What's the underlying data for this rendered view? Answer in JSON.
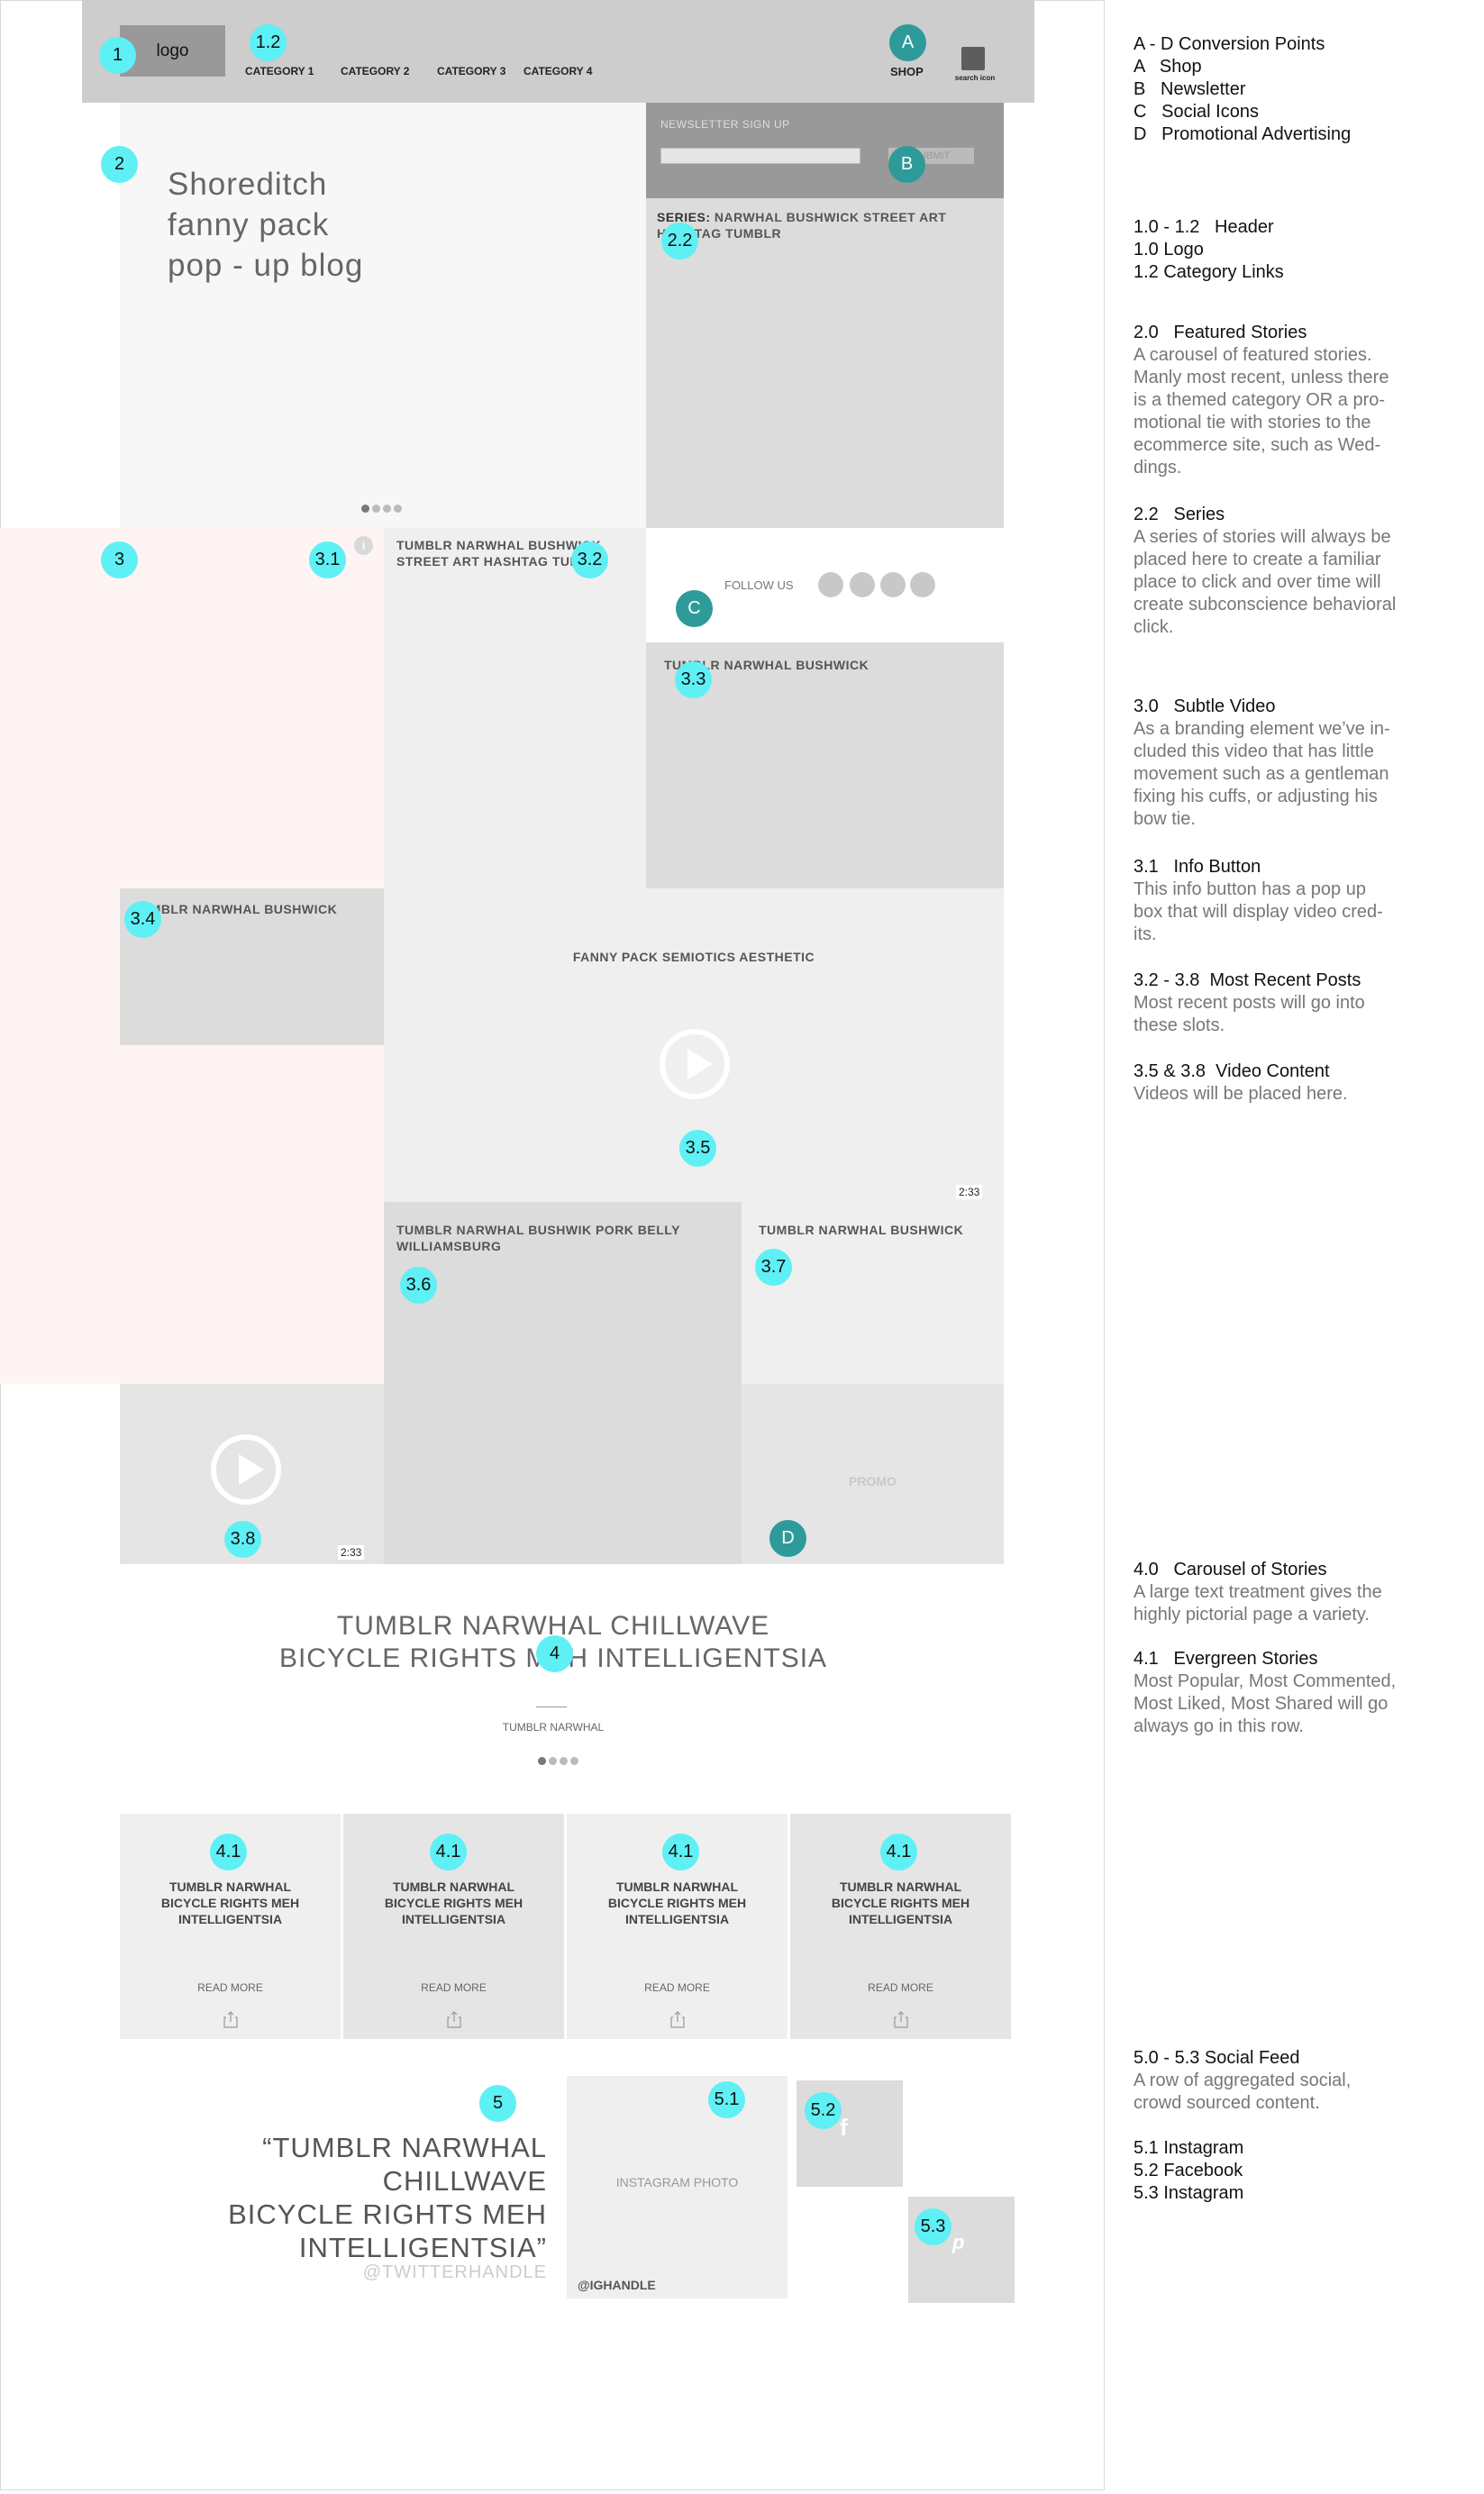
{
  "header": {
    "logo": "logo",
    "categories": [
      "CATEGORY 1",
      "CATEGORY 2",
      "CATEGORY 3",
      "CATEGORY 4"
    ],
    "shop": "SHOP",
    "search_label": "search icon"
  },
  "markers": {
    "m1": "1",
    "m1_2": "1.2",
    "m2": "2",
    "m2_2": "2.2",
    "m3": "3",
    "m3_1": "3.1",
    "m3_2": "3.2",
    "m3_3": "3.3",
    "m3_4": "3.4",
    "m3_5": "3.5",
    "m3_6": "3.6",
    "m3_7": "3.7",
    "m3_8": "3.8",
    "m4": "4",
    "m4_1": "4.1",
    "m5": "5",
    "m5_1": "5.1",
    "m5_2": "5.2",
    "m5_3": "5.3",
    "mA": "A",
    "mB": "B",
    "mC": "C",
    "mD": "D"
  },
  "hero": {
    "title_lines": [
      "Shoreditch",
      "fanny pack",
      "pop - up blog"
    ]
  },
  "newsletter": {
    "label": "NEWSLETTER SIGN UP",
    "submit": "SUBMIT"
  },
  "series": {
    "prefix": "SERIES:",
    "line1": " NARWHAL BUSHWICK STREET ART",
    "line2": "HASHTAG TUMBLR"
  },
  "slots": {
    "s3_2_line1": "TUMBLR NARWHAL BUSHWICK",
    "s3_2_line2": "STREET ART HASHTAG TUMBLR",
    "follow_us": "FOLLOW US",
    "s3_3": "TUMBLR NARWHAL BUSHWICK",
    "s3_4": "TUMBLR NARWHAL BUSHWICK",
    "s3_5": "FANNY PACK SEMIOTICS AESTHETIC",
    "s3_5_duration": "2:33",
    "s3_6_line1": "TUMBLR NARWHAL BUSHWIK PORK BELLY",
    "s3_6_line2": "WILLIAMSBURG",
    "s3_7": "TUMBLR NARWHAL BUSHWICK",
    "s3_8_duration": "2:33",
    "promo": "PROMO"
  },
  "carousel": {
    "title_line1": "TUMBLR NARWHAL CHILLWAVE",
    "title_line2": "BICYCLE RIGHTS MEH INTELLIGENTSIA",
    "subtitle": "TUMBLR NARWHAL"
  },
  "evergreen": {
    "card_line1": "TUMBLR NARWHAL",
    "card_line2": "BICYCLE RIGHTS MEH",
    "card_line3": "INTELLIGENTSIA",
    "read_more": "READ MORE"
  },
  "social": {
    "quote_lines": [
      "“TUMBLR NARWHAL",
      "CHILLWAVE",
      "BICYCLE RIGHTS MEH",
      "INTELLIGENTSIA”"
    ],
    "twitter_handle": "@TWITTERHANDLE",
    "instagram_photo": "INSTAGRAM PHOTO",
    "ig_handle": "@IGHANDLE",
    "facebook_glyph": "f",
    "pinterest_glyph": "p"
  },
  "annotations": {
    "conv_title": "A - D Conversion Points",
    "conv_items": [
      "A   Shop",
      "B   Newsletter",
      "C   Social Icons",
      "D   Promotional Advertising"
    ],
    "hdr_title": "1.0 - 1.2   Header",
    "hdr_items": [
      "1.0 Logo",
      "1.2 Category Links"
    ],
    "fs_title": "2.0   Featured Stories",
    "fs_body": [
      "A carousel of featured stories.",
      "Manly most recent, unless there",
      "is a themed category OR a pro-",
      "motional tie with stories to the",
      "ecommerce site, such as Wed-",
      "dings."
    ],
    "series_title": "2.2   Series",
    "series_body": [
      "A series of stories will always be",
      "placed here to create a familiar",
      "place to click and over time will",
      "create subconscience behavioral",
      "click."
    ],
    "video_title": "3.0   Subtle Video",
    "video_body": [
      "As a branding element we’ve in-",
      "cluded this video that has little",
      "movement such as a gentleman",
      "fixing his cuffs, or adjusting his",
      "bow tie."
    ],
    "info_title": "3.1   Info Button",
    "info_body": [
      "This info button has a pop up",
      "box that will display video cred-",
      "its."
    ],
    "recent_title": "3.2 - 3.8  Most Recent Posts",
    "recent_body": [
      "Most recent posts will go into",
      "these slots."
    ],
    "vc_title": "3.5 & 3.8  Video Content",
    "vc_body": [
      "Videos will be placed here."
    ],
    "cs_title": "4.0   Carousel of Stories",
    "cs_body": [
      "A large text treatment gives the",
      "highly pictorial page a variety."
    ],
    "eg_title": "4.1   Evergreen Stories",
    "eg_body": [
      "Most Popular, Most Commented,",
      "Most Liked, Most Shared will go",
      "always go in this row."
    ],
    "sf_title": "5.0 - 5.3 Social Feed",
    "sf_body": [
      "A row of aggregated social,",
      "crowd sourced content."
    ],
    "sf_items": [
      "5.1 Instagram",
      "5.2 Facebook",
      "5.3 Instagram"
    ]
  }
}
